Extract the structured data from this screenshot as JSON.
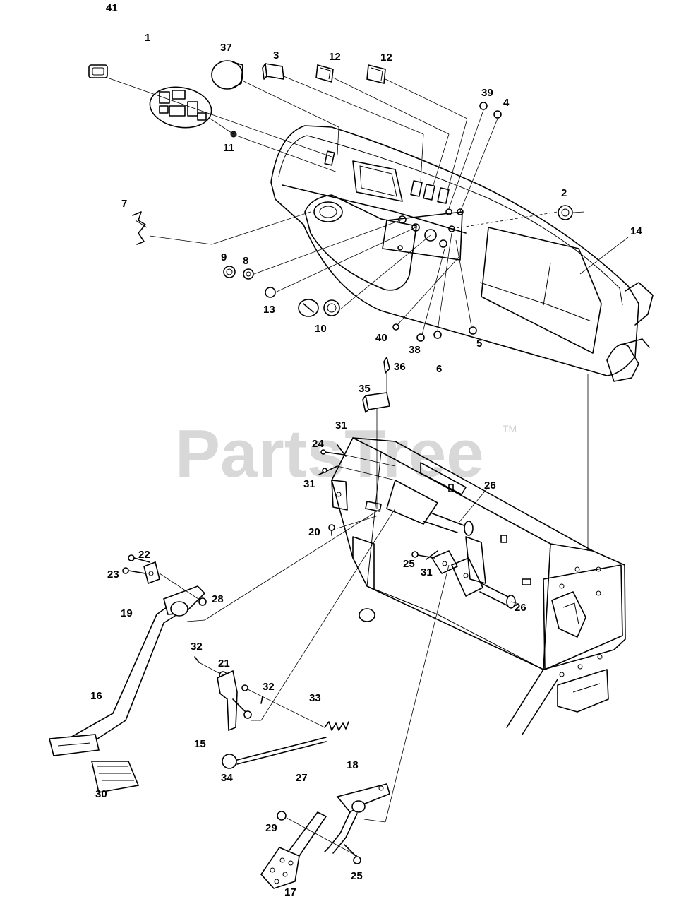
{
  "watermark": {
    "text": "PartsTree",
    "tm": "TM"
  },
  "callouts": {
    "c1": "1",
    "c2": "2",
    "c3": "3",
    "c4": "4",
    "c5": "5",
    "c6": "6",
    "c7": "7",
    "c8": "8",
    "c9": "9",
    "c10": "10",
    "c11": "11",
    "c12a": "12",
    "c12b": "12",
    "c13": "13",
    "c14": "14",
    "c15": "15",
    "c16": "16",
    "c17": "17",
    "c18": "18",
    "c19": "19",
    "c20": "20",
    "c21": "21",
    "c22": "22",
    "c23": "23",
    "c24": "24",
    "c25a": "25",
    "c25b": "25",
    "c26a": "26",
    "c26b": "26",
    "c27": "27",
    "c28": "28",
    "c29": "29",
    "c30": "30",
    "c31a": "31",
    "c31b": "31",
    "c31c": "31",
    "c32a": "32",
    "c32b": "32",
    "c33": "33",
    "c34": "34",
    "c35": "35",
    "c36": "36",
    "c37": "37",
    "c38": "38",
    "c39": "39",
    "c40": "40",
    "c41": "41"
  }
}
